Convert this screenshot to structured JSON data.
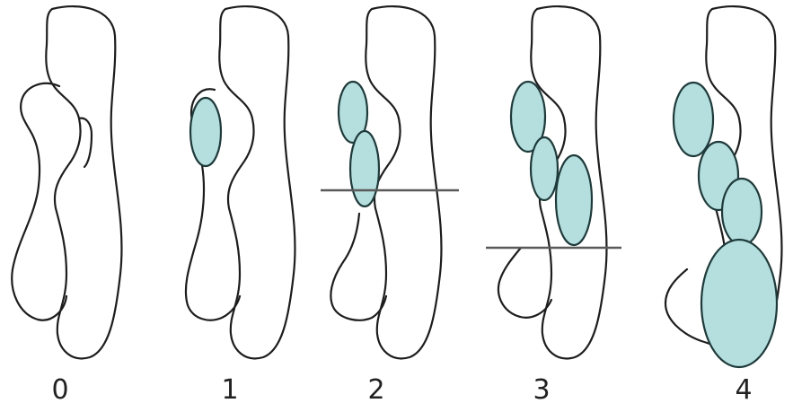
{
  "stages": [
    {
      "label": "0",
      "masses": 0,
      "cut_line": false
    },
    {
      "label": "1",
      "masses": 1,
      "cut_line": false
    },
    {
      "label": "2",
      "masses": 2,
      "cut_line": true
    },
    {
      "label": "3",
      "masses": 3,
      "cut_line": true
    },
    {
      "label": "4",
      "masses": 4,
      "cut_line": false
    }
  ],
  "colors": {
    "outline": "#1d1d1d",
    "mass_fill": "#b5dede",
    "mass_stroke": "#1f3a3a",
    "cut_line": "#5a5a5a",
    "label": "#222222"
  }
}
